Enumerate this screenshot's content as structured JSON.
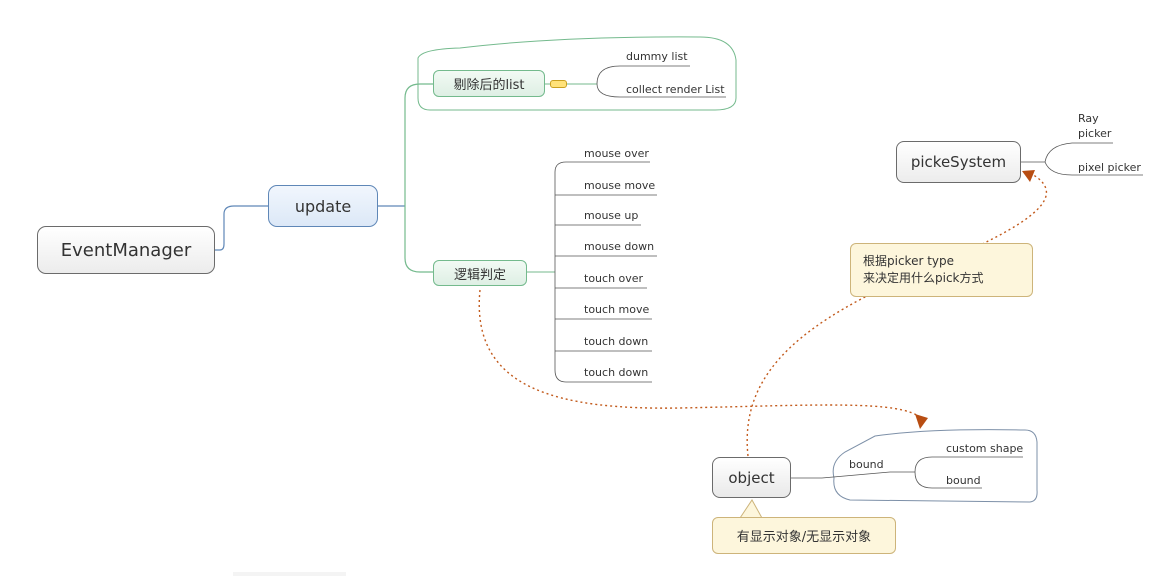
{
  "diagram": {
    "root": {
      "label": "EventManager"
    },
    "update": {
      "label": "update"
    },
    "list_branch": {
      "label": "剔除后的list",
      "children": [
        "dummy list",
        "collect render List"
      ]
    },
    "logic_branch": {
      "label": "逻辑判定",
      "children": [
        "mouse over",
        "mouse move",
        "mouse up",
        "mouse down",
        "touch over",
        "touch move",
        "touch down",
        "touch down"
      ]
    },
    "picke_system": {
      "label": "pickeSystem",
      "children": [
        "Ray picker",
        "pixel picker"
      ]
    },
    "object_node": {
      "label": "object",
      "bound_label": "bound",
      "bound_children": [
        "custom shape",
        "bound"
      ]
    },
    "callouts": {
      "picker_note": [
        "根据picker type",
        "来决定用什么pick方式"
      ],
      "object_note": "有显示对象/无显示对象"
    },
    "colors": {
      "branch_line": "#74ba8d",
      "update_line": "#5f87b7",
      "dotted_relation": "#c25a1c",
      "callout_fill": "#fdf6dc"
    }
  }
}
